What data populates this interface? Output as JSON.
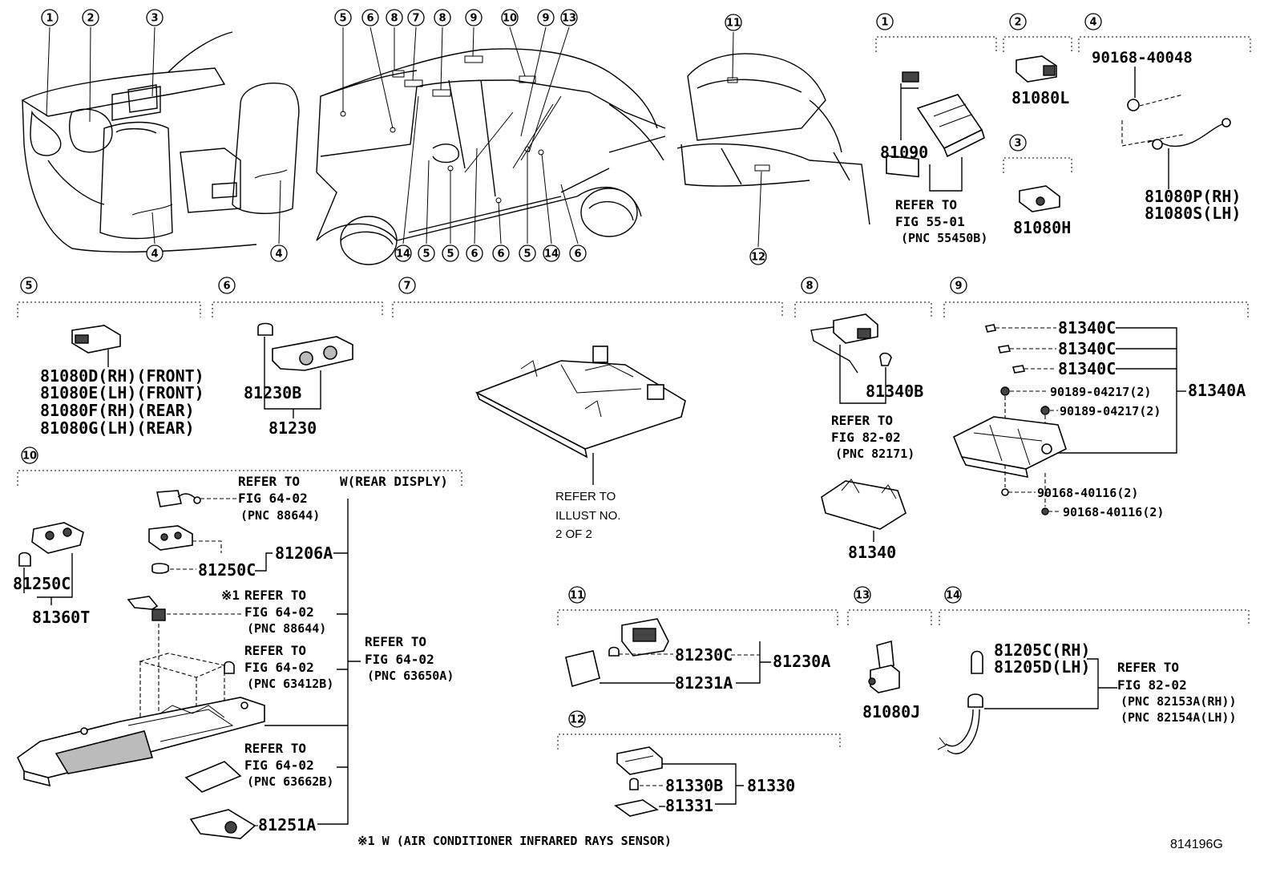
{
  "footnote": "※1  W (AIR CONDITIONER INFRARED RAYS SENSOR)",
  "figure_id": "814196G",
  "overview_callouts": [
    "1",
    "2",
    "3",
    "4",
    "4",
    "5",
    "6",
    "8",
    "7",
    "8",
    "9",
    "10",
    "9",
    "13",
    "14",
    "5",
    "5",
    "6",
    "6",
    "5",
    "14",
    "6",
    "11",
    "12"
  ],
  "groups": {
    "g1": {
      "num": "1",
      "part": "81090",
      "ref": [
        "REFER TO",
        "FIG 55-01",
        "(PNC 55450B)"
      ]
    },
    "g2": {
      "num": "2",
      "part": "81080L"
    },
    "g3": {
      "num": "3",
      "part": "81080H"
    },
    "g4": {
      "num": "4",
      "screw": "90168-40048",
      "parts": [
        "81080P(RH)",
        "81080S(LH)"
      ]
    },
    "g5": {
      "num": "5",
      "parts": [
        "81080D(RH)(FRONT)",
        "81080E(LH)(FRONT)",
        "81080F(RH)(REAR)",
        "81080G(LH)(REAR)"
      ]
    },
    "g6": {
      "num": "6",
      "bulb": "81230B",
      "part": "81230"
    },
    "g7": {
      "num": "7",
      "ref": [
        "REFER TO",
        "ILLUST NO.",
        "2 OF 2"
      ]
    },
    "g8": {
      "num": "8",
      "bulb": "81340B",
      "ref": [
        "REFER TO",
        "FIG 82-02",
        "(PNC 82171)"
      ],
      "part": "81340"
    },
    "g9": {
      "num": "9",
      "bulbs": [
        "81340C",
        "81340C",
        "81340C"
      ],
      "screws": [
        "90189-04217(2)",
        "90189-04217(2)",
        "90168-40116(2)",
        "90168-40116(2)"
      ],
      "assy": "81340A"
    },
    "g10": {
      "num": "10",
      "note": "W(REAR DISPLY)",
      "ref_a": [
        "REFER TO",
        "FIG 64-02",
        "(PNC 88644)"
      ],
      "assy": "81206A",
      "bulb": "81250C",
      "bulb2": "81250C",
      "lamp": "81360T",
      "ref_b_mark": "※1",
      "ref_b": [
        "REFER TO",
        "FIG 64-02",
        "(PNC 88644)"
      ],
      "ref_c": [
        "REFER TO",
        "FIG 64-02",
        "(PNC 63412B)"
      ],
      "ref_main": [
        "REFER TO",
        "FIG 64-02",
        "(PNC 63650A)"
      ],
      "ref_d": [
        "REFER TO",
        "FIG 64-02",
        "(PNC 63662B)"
      ],
      "cover": "81251A"
    },
    "g11": {
      "num": "11",
      "bulb": "81230C",
      "lens": "81231A",
      "assy": "81230A"
    },
    "g12": {
      "num": "12",
      "bulb": "81330B",
      "lens": "81331",
      "assy": "81330"
    },
    "g13": {
      "num": "13",
      "part": "81080J"
    },
    "g14": {
      "num": "14",
      "parts": [
        "81205C(RH)",
        "81205D(LH)"
      ],
      "ref": [
        "REFER TO",
        "FIG 82-02",
        "(PNC 82153A(RH))",
        "(PNC 82154A(LH))"
      ]
    }
  }
}
